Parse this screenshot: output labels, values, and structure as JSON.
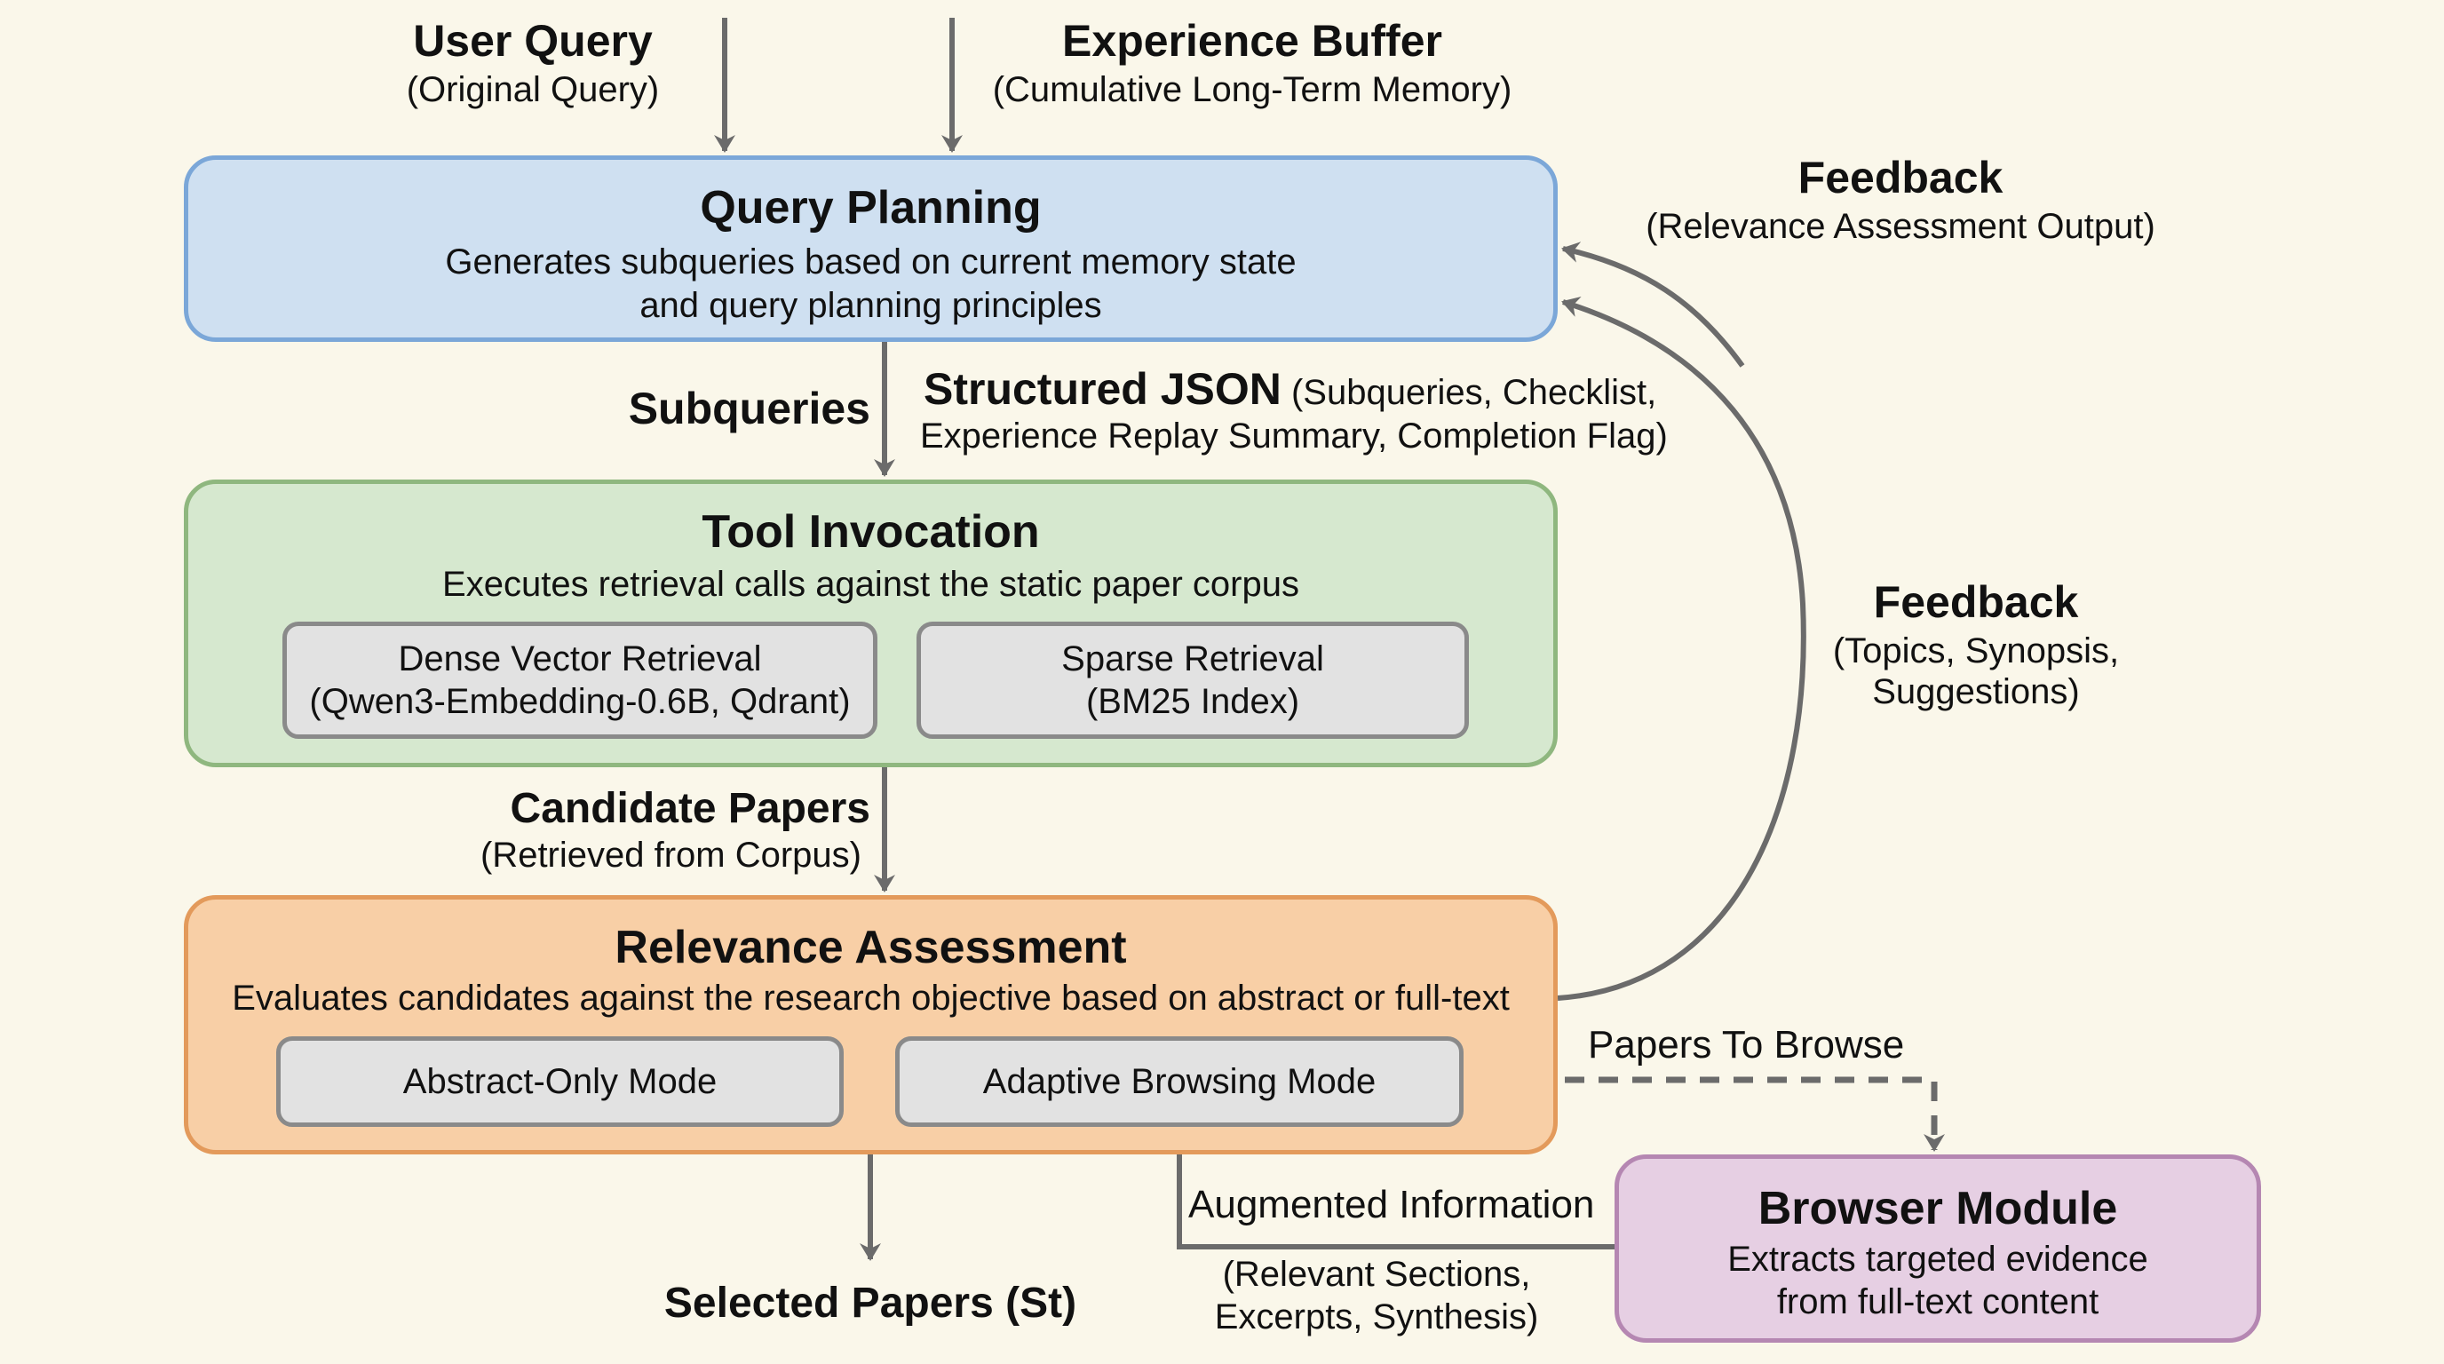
{
  "inputs": {
    "user_query": {
      "title": "User Query",
      "subtitle": "(Original Query)"
    },
    "experience_buffer": {
      "title": "Experience Buffer",
      "subtitle": "(Cumulative Long-Term Memory)"
    }
  },
  "query_planning": {
    "title": "Query Planning",
    "description_line1": "Generates subqueries based on current memory state",
    "description_line2": "and query planning principles",
    "color": "#cfe0f1",
    "border_color": "#7ba7d8"
  },
  "edge_labels": {
    "subqueries": "Subqueries",
    "structured_json_title": "Structured JSON",
    "structured_json_detail_line1": "(Subqueries, Checklist,",
    "structured_json_detail_line2": "Experience Replay Summary, Completion Flag)",
    "candidate_papers_title": "Candidate Papers",
    "candidate_papers_subtitle": "(Retrieved from Corpus)",
    "feedback_top_title": "Feedback",
    "feedback_top_subtitle": "(Relevance Assessment Output)",
    "feedback_right_title": "Feedback",
    "feedback_right_line1": "(Topics, Synopsis,",
    "feedback_right_line2": "Suggestions)",
    "papers_to_browse": "Papers To Browse",
    "augmented_information": "Augmented Information",
    "augmented_detail_line1": "(Relevant Sections,",
    "augmented_detail_line2": "Excerpts, Synthesis)",
    "selected_papers": "Selected Papers (St)"
  },
  "tool_invocation": {
    "title": "Tool Invocation",
    "description": "Executes retrieval calls against the static paper corpus",
    "color": "#d6e8cf",
    "border_color": "#8fb77f",
    "submodules": [
      {
        "line1": "Dense Vector Retrieval",
        "line2": "(Qwen3-Embedding-0.6B, Qdrant)"
      },
      {
        "line1": "Sparse Retrieval",
        "line2": "(BM25 Index)"
      }
    ]
  },
  "relevance_assessment": {
    "title": "Relevance Assessment",
    "description": "Evaluates candidates against the research objective based on abstract or full-text",
    "color": "#f8cfa6",
    "border_color": "#e39a5b",
    "modes": [
      {
        "label": "Abstract-Only Mode"
      },
      {
        "label": "Adaptive Browsing Mode"
      }
    ]
  },
  "browser_module": {
    "title": "Browser Module",
    "description_line1": "Extracts targeted evidence",
    "description_line2": "from full-text content",
    "color": "#e6cfe3",
    "border_color": "#b587b2"
  },
  "arrow_color": "#6b6b6b"
}
